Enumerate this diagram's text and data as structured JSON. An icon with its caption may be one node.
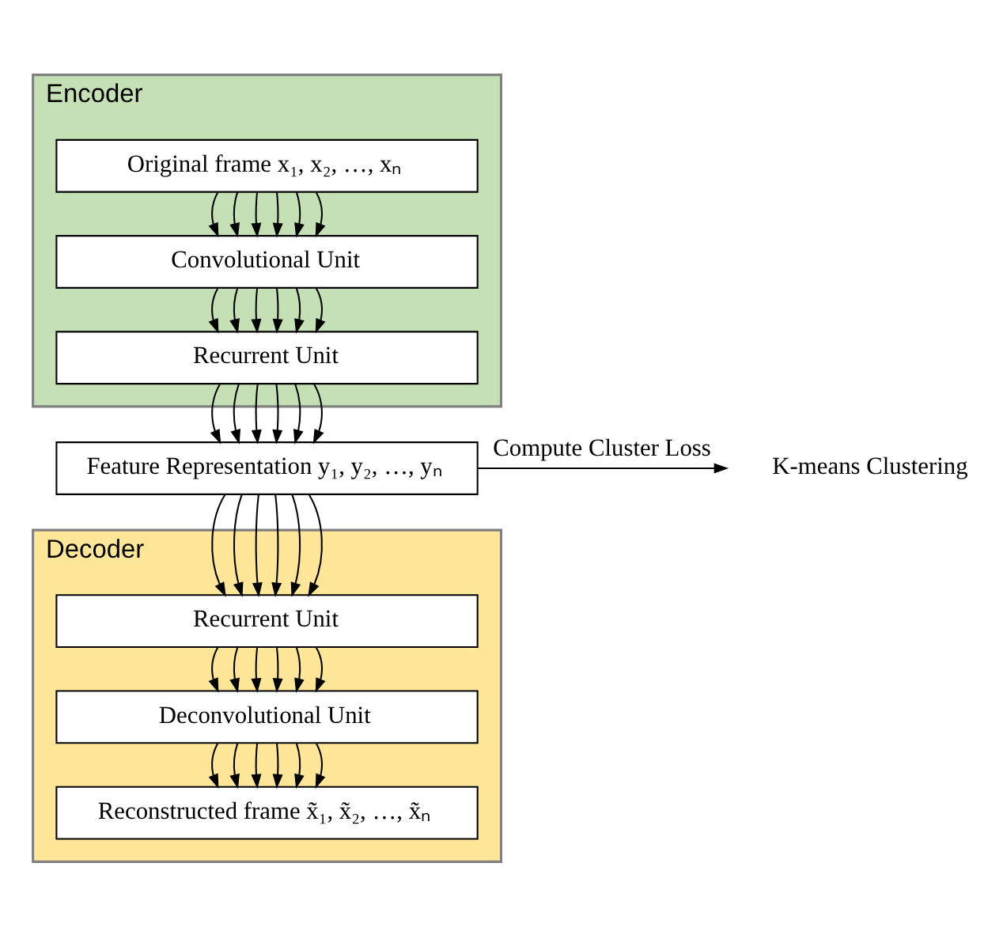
{
  "diagram": {
    "nodes": [
      {
        "text": [
          "Encoder"
        ]
      },
      {
        "text": [
          "Original frame x₁, x₂, …, xₙ"
        ],
        "in": 0
      },
      {
        "text": [
          "Convolutional Unit"
        ],
        "in": 0
      },
      {
        "text": [
          "Recurrent Unit"
        ],
        "in": 0
      },
      {
        "text": [
          "Feature Representation y₁, y₂, …, yₙ"
        ]
      },
      {
        "text": [
          "Decoder"
        ]
      },
      {
        "text": [
          "Recurrent Unit"
        ],
        "in": 5
      },
      {
        "text": [
          "Deconvolutional Unit"
        ],
        "in": 5
      },
      {
        "text": [
          "Reconstructed frame x̃₁, x̃₂, …, x̃ₙ"
        ],
        "in": 5
      }
    ],
    "edges": [
      {
        "from": 1,
        "to": 2,
        "arrow": "to"
      },
      {
        "from": 1,
        "to": 2,
        "arrow": "to"
      },
      {
        "from": 1,
        "to": 2,
        "arrow": "to"
      },
      {
        "from": 1,
        "to": 2,
        "arrow": "to"
      },
      {
        "from": 1,
        "to": 2,
        "arrow": "to"
      },
      {
        "from": 1,
        "to": 2,
        "arrow": "to"
      },
      {
        "from": 2,
        "to": 3,
        "arrow": "to"
      },
      {
        "from": 2,
        "to": 3,
        "arrow": "to"
      },
      {
        "from": 2,
        "to": 3,
        "arrow": "to"
      },
      {
        "from": 2,
        "to": 3,
        "arrow": "to"
      },
      {
        "from": 2,
        "to": 3,
        "arrow": "to"
      },
      {
        "from": 2,
        "to": 3,
        "arrow": "to"
      },
      {
        "from": 3,
        "to": 4,
        "arrow": "to"
      },
      {
        "from": 3,
        "to": 4,
        "arrow": "to"
      },
      {
        "from": 3,
        "to": 4,
        "arrow": "to"
      },
      {
        "from": 3,
        "to": 4,
        "arrow": "to"
      },
      {
        "from": 3,
        "to": 4,
        "arrow": "to"
      },
      {
        "from": 3,
        "to": 4,
        "arrow": "to"
      },
      {
        "from": 4,
        "to": 6,
        "arrow": "to"
      },
      {
        "from": 4,
        "to": 6,
        "arrow": "to"
      },
      {
        "from": 4,
        "to": 6,
        "arrow": "to"
      },
      {
        "from": 4,
        "to": 6,
        "arrow": "to"
      },
      {
        "from": 4,
        "to": 6,
        "arrow": "to"
      },
      {
        "from": 4,
        "to": 6,
        "arrow": "to"
      },
      {
        "from": 6,
        "to": 7,
        "arrow": "to"
      },
      {
        "from": 6,
        "to": 7,
        "arrow": "to"
      },
      {
        "from": 6,
        "to": 7,
        "arrow": "to"
      },
      {
        "from": 6,
        "to": 7,
        "arrow": "to"
      },
      {
        "from": 6,
        "to": 7,
        "arrow": "to"
      },
      {
        "from": 6,
        "to": 7,
        "arrow": "to"
      },
      {
        "from": 7,
        "to": 8,
        "arrow": "to"
      },
      {
        "from": 7,
        "to": 8,
        "arrow": "to"
      },
      {
        "from": 7,
        "to": 8,
        "arrow": "to"
      },
      {
        "from": 7,
        "to": 8,
        "arrow": "to"
      },
      {
        "from": 7,
        "to": 8,
        "arrow": "to"
      },
      {
        "from": 7,
        "to": 8,
        "arrow": "to"
      },
      {
        "from": 4,
        "to": null,
        "arrow": "to",
        "label": "Compute Cluster Loss"
      }
    ],
    "labels": [
      "K-means Clustering"
    ]
  }
}
